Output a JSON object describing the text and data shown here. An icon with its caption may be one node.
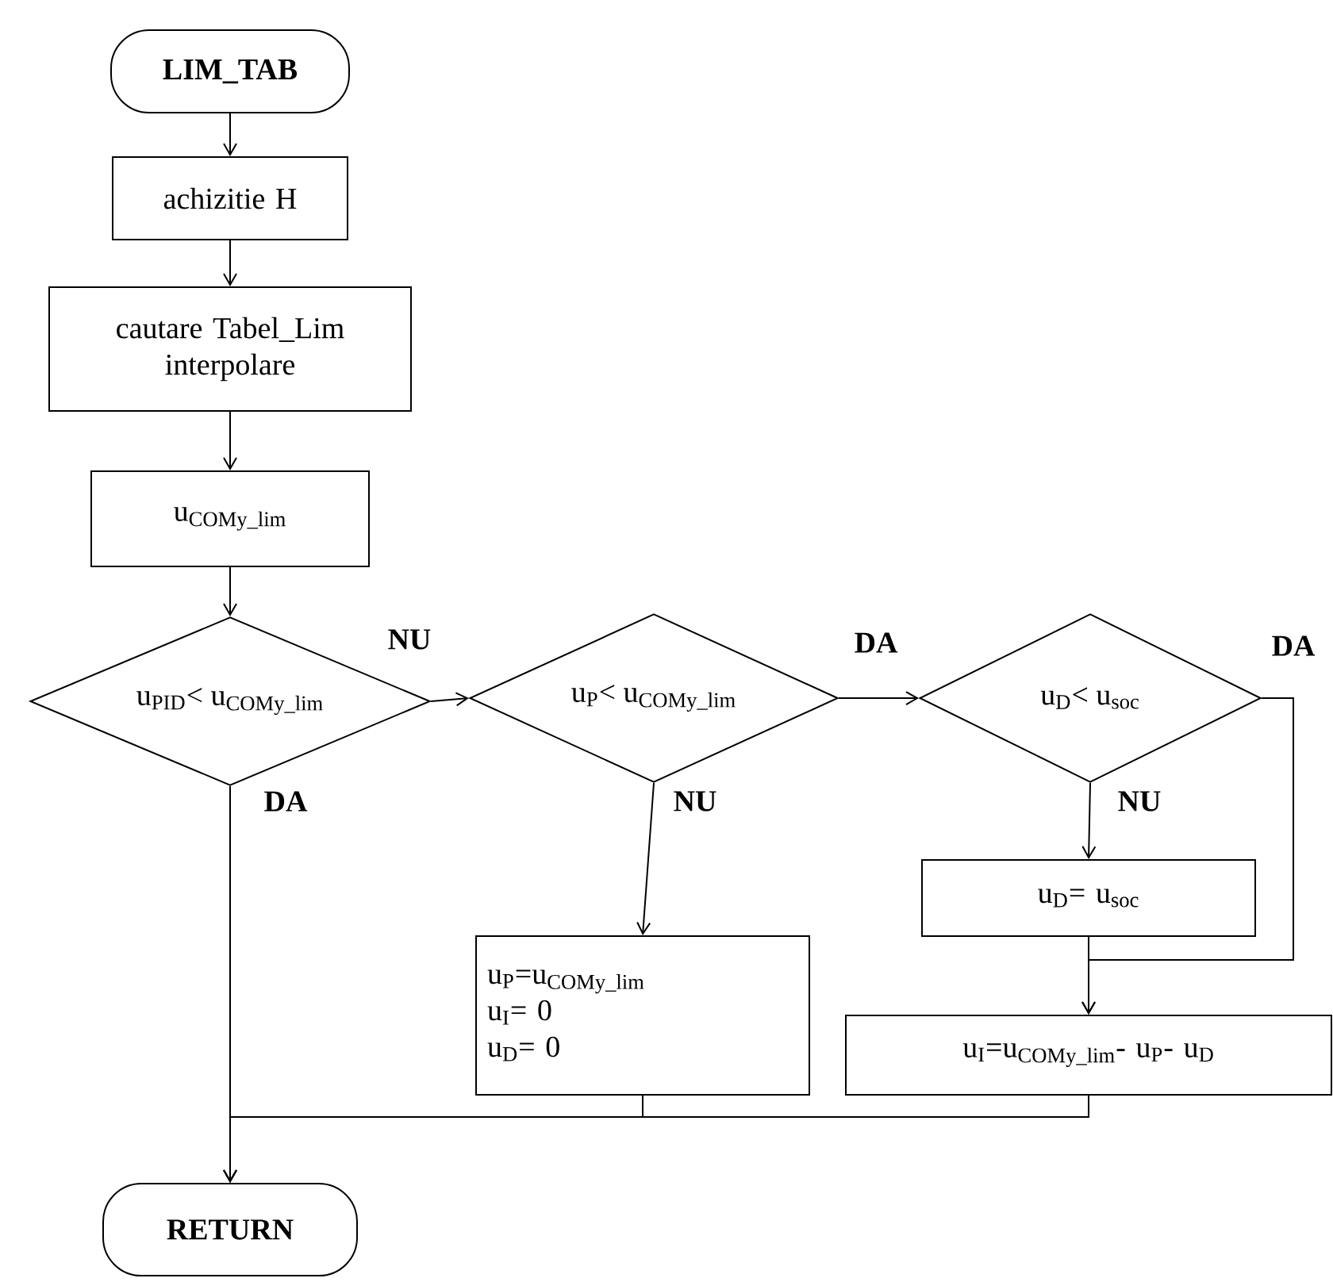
{
  "diagram": {
    "nodes": [
      {
        "text": [
          "LIM_TAB"
        ]
      },
      {
        "text": [
          "achizitie H"
        ]
      },
      {
        "text": [
          "cautare Tabel_Lim interpolare"
        ]
      },
      {
        "text": [
          "u$_{COMy_lim}$"
        ]
      },
      {
        "text": [
          "u$_{PID}$< u$_{COMy_lim}$"
        ]
      },
      {
        "text": [
          "u$_{P}$< u$_{COMy_lim}$"
        ]
      },
      {
        "text": [
          "u$_{D}$< u$_{soc}$"
        ]
      },
      {
        "text": [
          "u$_{D}$= u$_{soc}$"
        ]
      },
      {
        "text": [
          "u$_{P}$=u$_{COMy_lim}$",
          "u$_{I}$= 0",
          "u$_{D}$= 0"
        ]
      },
      {
        "text": [
          "u$_{I}$=u$_{COMy_lim}$- u$_{P}$- u$_{D}$"
        ]
      },
      {
        "text": [
          "RETURN"
        ]
      }
    ],
    "edges": [
      {
        "from": 0,
        "to": 1,
        "arrow": "to"
      },
      {
        "from": 1,
        "to": 2,
        "arrow": "to"
      },
      {
        "from": 2,
        "to": 3,
        "arrow": "to"
      },
      {
        "from": 3,
        "to": 4,
        "arrow": "to"
      },
      {
        "from": 4,
        "to": 5,
        "arrow": "to",
        "label": "NU"
      },
      {
        "from": 5,
        "to": 6,
        "arrow": "to",
        "label": "DA"
      },
      {
        "from": 6,
        "to": 7,
        "arrow": "to",
        "label": "NU"
      },
      {
        "from": 6,
        "to": 9,
        "arrow": "to",
        "label": "DA"
      },
      {
        "from": 7,
        "to": 9,
        "arrow": "to"
      },
      {
        "from": 5,
        "to": 8,
        "arrow": "to",
        "label": "NU"
      },
      {
        "from": 4,
        "to": 10,
        "arrow": "to",
        "label": "DA"
      },
      {
        "from": 8,
        "to": 10,
        "arrow": "to"
      },
      {
        "from": 9,
        "to": 10,
        "arrow": "to"
      }
    ]
  }
}
